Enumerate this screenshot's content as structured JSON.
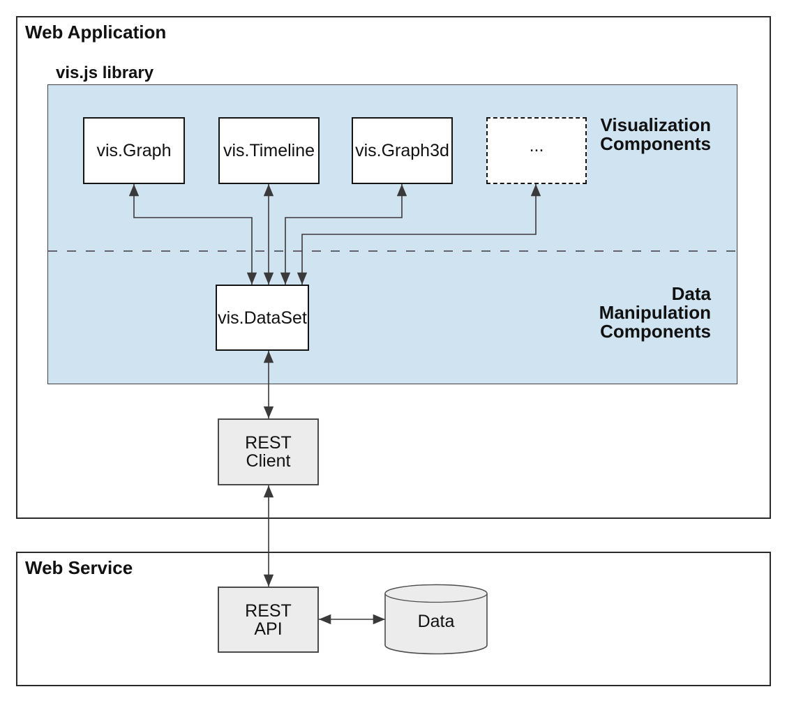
{
  "web_application": {
    "title": "Web Application",
    "library": {
      "title": "vis.js library",
      "visualization_components_label": [
        "Visualization",
        "Components"
      ],
      "data_manipulation_components_label": [
        "Data",
        "Manipulation",
        "Components"
      ],
      "visualization_nodes": {
        "graph": "vis.Graph",
        "timeline": "vis.Timeline",
        "graph3d": "vis.Graph3d",
        "more": "..."
      },
      "data_nodes": {
        "dataset": "vis.DataSet"
      }
    },
    "rest_client": [
      "REST",
      "Client"
    ]
  },
  "web_service": {
    "title": "Web Service",
    "rest_api": [
      "REST",
      "API"
    ],
    "data_store": "Data"
  },
  "edges": [
    {
      "from": "vis.Graph",
      "to": "vis.DataSet",
      "bidirectional": true
    },
    {
      "from": "vis.Timeline",
      "to": "vis.DataSet",
      "bidirectional": true
    },
    {
      "from": "vis.Graph3d",
      "to": "vis.DataSet",
      "bidirectional": true
    },
    {
      "from": "...",
      "to": "vis.DataSet",
      "bidirectional": true
    },
    {
      "from": "vis.DataSet",
      "to": "REST Client",
      "bidirectional": true
    },
    {
      "from": "REST Client",
      "to": "REST API",
      "bidirectional": true
    },
    {
      "from": "REST API",
      "to": "Data",
      "bidirectional": true
    }
  ],
  "colors": {
    "panel_blue": "#d0e3f1",
    "node_white": "#ffffff",
    "node_gray": "#ececec",
    "line_dark": "#3a3a3a"
  }
}
